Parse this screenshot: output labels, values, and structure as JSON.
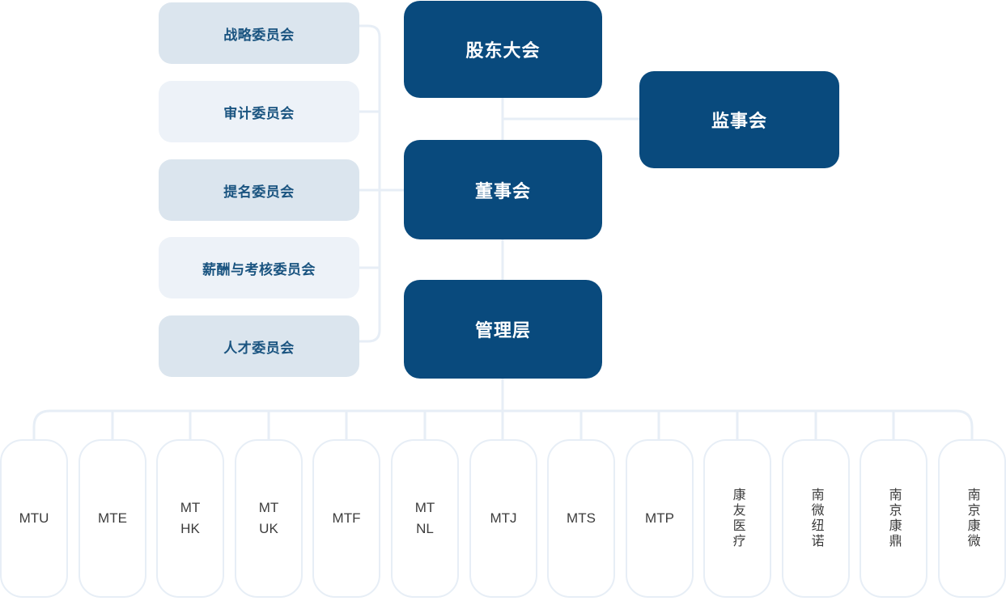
{
  "colors": {
    "primary_dark_blue": "#094a7d",
    "committee_bg_strong": "#dbe5ee",
    "committee_bg_soft": "#edf2f8",
    "committee_text": "#1a5480",
    "connector_line": "#e7eef6",
    "subsidiary_border": "#e7eef6",
    "subsidiary_text": "#3c3c3c",
    "background": "#ffffff",
    "dark_box_text": "#ffffff"
  },
  "governance": {
    "shareholders": "股东大会",
    "board": "董事会",
    "management": "管理层",
    "supervisory": "监事会"
  },
  "committees": [
    {
      "label": "战略委员会"
    },
    {
      "label": "审计委员会"
    },
    {
      "label": "提名委员会"
    },
    {
      "label": "薪酬与考核委员会"
    },
    {
      "label": "人才委员会"
    }
  ],
  "subsidiaries": [
    {
      "label": "MTU"
    },
    {
      "label": "MTE"
    },
    {
      "label": "MT\nHK"
    },
    {
      "label": "MT\nUK"
    },
    {
      "label": "MTF"
    },
    {
      "label": "MT\nNL"
    },
    {
      "label": "MTJ"
    },
    {
      "label": "MTS"
    },
    {
      "label": "MTP"
    },
    {
      "label": "康友医疗",
      "orientation": "vertical"
    },
    {
      "label": "南微纽诺",
      "orientation": "vertical"
    },
    {
      "label": "南京康鼎",
      "orientation": "vertical"
    },
    {
      "label": "南京康微",
      "orientation": "vertical"
    }
  ]
}
